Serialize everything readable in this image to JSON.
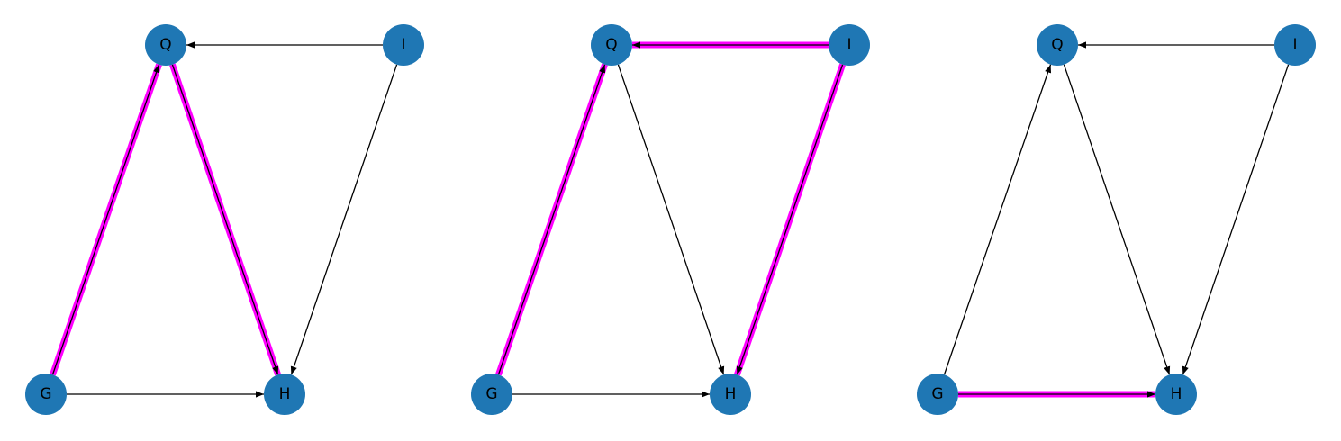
{
  "colors": {
    "node_fill": "#1f77b4",
    "edge": "#000000",
    "highlight": "#ff00ff"
  },
  "nodes": [
    {
      "id": "Q",
      "label": "Q"
    },
    {
      "id": "I",
      "label": "I"
    },
    {
      "id": "G",
      "label": "G"
    },
    {
      "id": "H",
      "label": "H"
    }
  ],
  "panels": [
    {
      "edges": [
        {
          "from": "I",
          "to": "Q",
          "highlighted": false
        },
        {
          "from": "I",
          "to": "H",
          "highlighted": false
        },
        {
          "from": "G",
          "to": "Q",
          "highlighted": true
        },
        {
          "from": "Q",
          "to": "H",
          "highlighted": true
        },
        {
          "from": "G",
          "to": "H",
          "highlighted": false
        }
      ]
    },
    {
      "edges": [
        {
          "from": "I",
          "to": "Q",
          "highlighted": true
        },
        {
          "from": "I",
          "to": "H",
          "highlighted": true
        },
        {
          "from": "G",
          "to": "Q",
          "highlighted": true
        },
        {
          "from": "Q",
          "to": "H",
          "highlighted": false
        },
        {
          "from": "G",
          "to": "H",
          "highlighted": false
        }
      ]
    },
    {
      "edges": [
        {
          "from": "I",
          "to": "Q",
          "highlighted": false
        },
        {
          "from": "I",
          "to": "H",
          "highlighted": false
        },
        {
          "from": "G",
          "to": "Q",
          "highlighted": false
        },
        {
          "from": "Q",
          "to": "H",
          "highlighted": false
        },
        {
          "from": "G",
          "to": "H",
          "highlighted": true
        }
      ]
    }
  ]
}
